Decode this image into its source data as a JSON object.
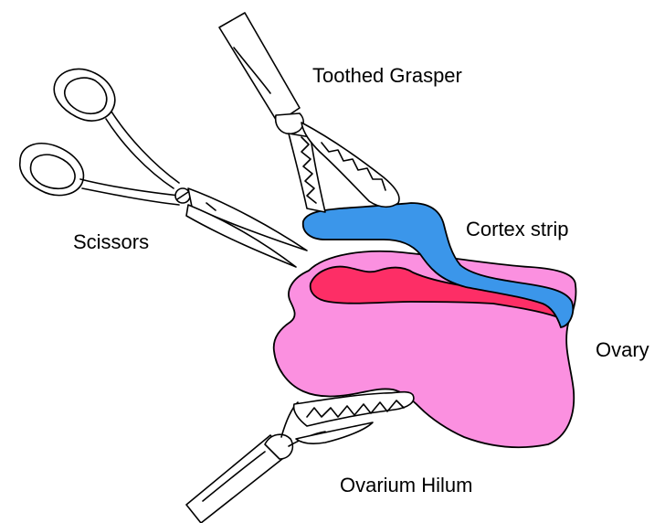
{
  "labels": {
    "grasper": "Toothed Grasper",
    "scissors": "Scissors",
    "cortex": "Cortex strip",
    "ovary": "Ovary",
    "hilum": "Ovarium Hilum"
  },
  "colors": {
    "ovary": "#fb90e0",
    "cortex": "#3b96ea",
    "cut_area": "#fd2e66",
    "outline": "#000000"
  },
  "icons": [
    "toothed-grasper-icon",
    "scissors-icon",
    "hilum-grasper-icon"
  ]
}
